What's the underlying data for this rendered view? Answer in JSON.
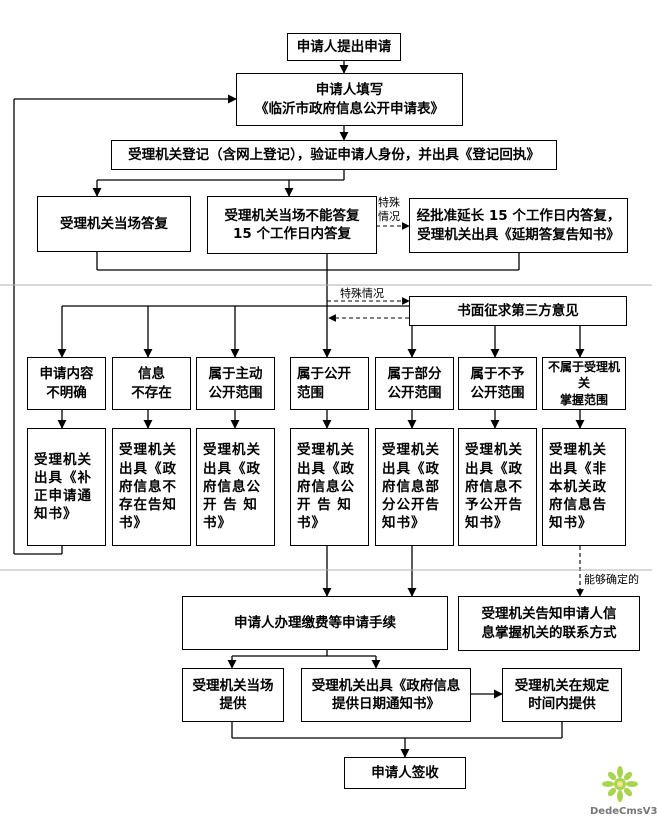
{
  "nodes": {
    "submit": "申请人提出申请",
    "fill_form": "申请人填写\n《临沂市政府信息公开申请表》",
    "register": "受理机关登记（含网上登记），验证申请人身份，并出具《登记回执》",
    "reply_on_spot": "受理机关当场答复",
    "reply_15_days": "受理机关当场不能答复\n15 个工作日内答复",
    "extension": "经批准延长 15 个工作日内答复，\n受理机关出具《延期答复告知书》",
    "third_party": "书面征求第三方意见",
    "unclear": "申请内容\n不明确",
    "not_exist": "信息\n不存在",
    "active_scope": "属于主动\n公开范围",
    "public_scope": "属于公开\n范围",
    "partial_scope": "属于部分\n公开范围",
    "not_public_scope": "属于不予\n公开范围",
    "not_this_agency": "不属于受理机关\n掌握范围",
    "notice_correction": "受理机关\n出具《补\n正申请通\n知书》",
    "notice_not_exist": "受理机关\n出具《政\n府信息不\n存在告知\n书》",
    "notice_active": "受理机关\n出具《政\n府信息公\n开 告 知\n书》",
    "notice_public": "受理机关\n出具《政\n府信息公\n开 告 知\n书》",
    "notice_partial": "受理机关\n出具《政\n府信息部\n分公开告\n知书》",
    "notice_not_public": "受理机关\n出具《政\n府信息不\n予公开告\n知书》",
    "notice_not_agency": "受理机关\n出具《非\n本机关政\n府信息告\n知书》",
    "inform_contact": "受理机关告知申请人信\n息掌握机关的联系方式",
    "fee_procedures": "申请人办理缴费等申请手续",
    "provide_on_spot": "受理机关当场\n提供",
    "date_notice": "受理机关出具《政府信息\n提供日期通知书》",
    "provide_in_time": "受理机关在规定\n时间内提供",
    "receipt": "申请人签收"
  },
  "notes": {
    "special_1": "特殊\n情况",
    "special_2": "特殊情况",
    "can_determine": "能够确定的"
  },
  "watermark": "DedeCmsV3"
}
